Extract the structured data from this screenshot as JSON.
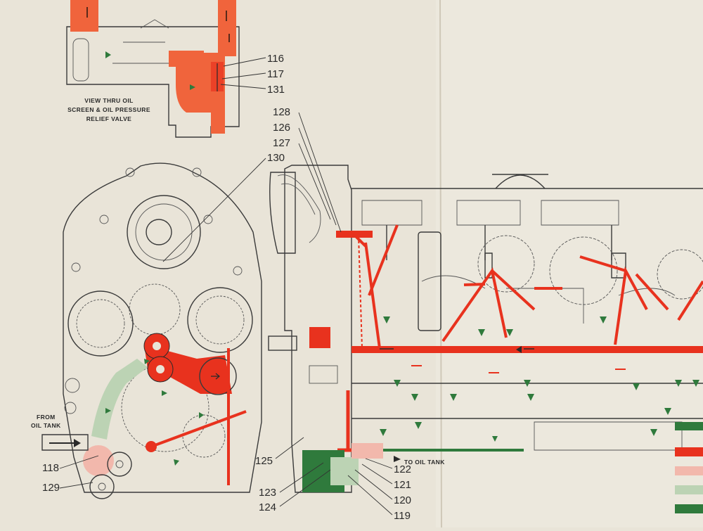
{
  "colors": {
    "paper": "#e9e4d8",
    "oil_pressure": "#e8321e",
    "oil_screen_orange": "#f0643c",
    "oil_light": "#f2b8ac",
    "oil_return_light": "#bcd3b4",
    "oil_scavenge": "#2f7a3c",
    "line": "#3a3a3a"
  },
  "captions": {
    "view_line1": "VIEW THRU OIL",
    "view_line2": "SCREEN & OIL PRESSURE",
    "view_line3": "RELIEF VALVE",
    "from_line1": "FROM",
    "from_line2": "OIL TANK",
    "to_oil_tank": "TO OIL TANK"
  },
  "callouts": {
    "c116": "116",
    "c117": "117",
    "c131": "131",
    "c128": "128",
    "c126": "126",
    "c127": "127",
    "c130": "130",
    "c118": "118",
    "c129": "129",
    "c125": "125",
    "c123": "123",
    "c124": "124",
    "c122": "122",
    "c121": "121",
    "c120": "120",
    "c119": "119"
  },
  "legend_swatches": [
    "#e8321e",
    "#f2b8ac",
    "#bcd3b4",
    "#2f7a3c"
  ]
}
